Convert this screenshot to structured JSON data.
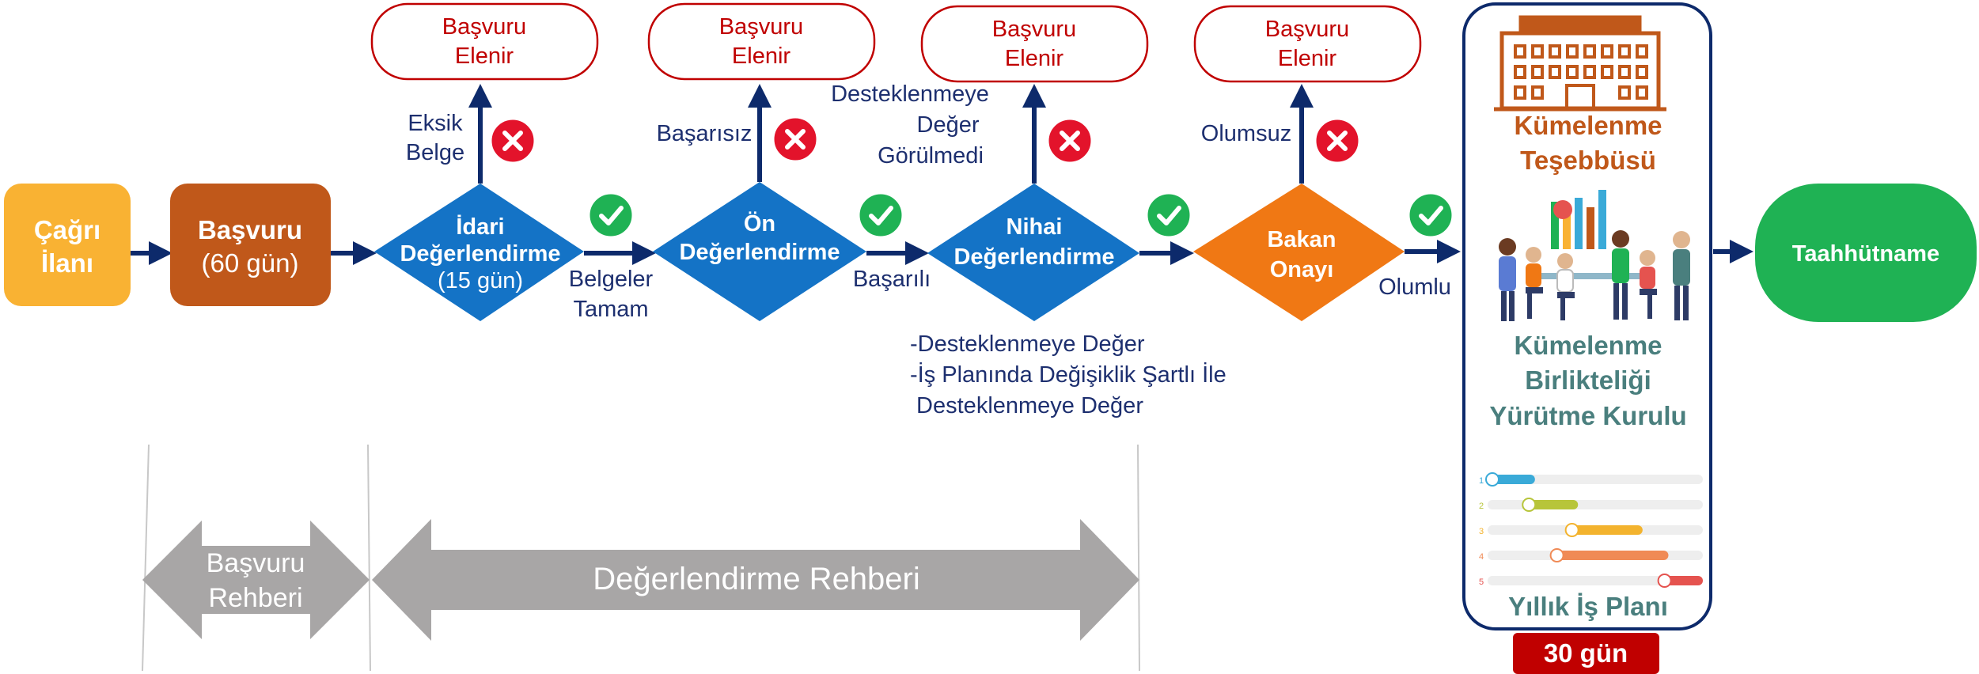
{
  "colors": {
    "navy": "#0d2a6b",
    "yellow": "#f9b233",
    "brown": "#c0581a",
    "blue": "#1473c6",
    "orange": "#f07814",
    "green": "#1fb254",
    "red_text": "#c00000",
    "red_badge": "#e3132b",
    "gray": "#a8a6a6",
    "teal": "#4a7f7e",
    "bar_dark_red": "#c00000"
  },
  "steps": {
    "cagri": {
      "line1": "Çağrı",
      "line2": "İlanı"
    },
    "basvuru": {
      "line1": "Başvuru",
      "line2": "(60 gün)"
    },
    "idari": {
      "line1": "İdari",
      "line2": "Değerlendirme",
      "line3": "(15 gün)"
    },
    "on": {
      "line1": "Ön",
      "line2": "Değerlendirme"
    },
    "nihai": {
      "line1": "Nihai",
      "line2": "Değerlendirme"
    },
    "bakan": {
      "line1": "Bakan",
      "line2": "Onayı"
    },
    "taahhut": {
      "label": "Taahhütname"
    }
  },
  "rejections": [
    {
      "line1": "Başvuru",
      "line2": "Elenir"
    },
    {
      "line1": "Başvuru",
      "line2": "Elenir"
    },
    {
      "line1": "Başvuru",
      "line2": "Elenir"
    },
    {
      "line1": "Başvuru",
      "line2": "Elenir"
    }
  ],
  "fail_labels": {
    "eksik": {
      "line1": "Eksik",
      "line2": "Belge"
    },
    "basarisiz": "Başarısız",
    "desteklenmeye": {
      "line1": "Desteklenmeye",
      "line2": "Değer",
      "line3": "Görülmedi"
    },
    "olumsuz": "Olumsuz"
  },
  "pass_labels": {
    "belgeler": {
      "line1": "Belgeler",
      "line2": "Tamam"
    },
    "basarili": "Başarılı",
    "olumlu": "Olumlu"
  },
  "nihai_outcomes": [
    "-Desteklenmeye Değer",
    "-İş Planında Değişiklik Şartlı İle",
    " Desteklenmeye Değer"
  ],
  "guides": {
    "basvuru_rehberi": {
      "line1": "Başvuru",
      "line2": "Rehberi"
    },
    "degerlendirme_rehberi": "Değerlendirme Rehberi"
  },
  "panel": {
    "kumelenme_tesebbusu": {
      "line1": "Kümelenme",
      "line2": "Teşebbüsü"
    },
    "kumelenme_birlikteligi": {
      "line1": "Kümelenme",
      "line2": "Birlikteliği",
      "line3": "Yürütme Kurulu"
    },
    "yillik_is_plani": "Yıllık İş Planı",
    "sure": "30 gün",
    "plan_rows": [
      {
        "num": "1",
        "start": 0.0,
        "end": 0.22,
        "color": "#3aaad8"
      },
      {
        "num": "2",
        "start": 0.17,
        "end": 0.42,
        "color": "#b7c53a"
      },
      {
        "num": "3",
        "start": 0.37,
        "end": 0.72,
        "color": "#f3b32e"
      },
      {
        "num": "4",
        "start": 0.3,
        "end": 0.84,
        "color": "#f08a55"
      },
      {
        "num": "5",
        "start": 0.8,
        "end": 1.0,
        "color": "#e5534f"
      }
    ]
  }
}
